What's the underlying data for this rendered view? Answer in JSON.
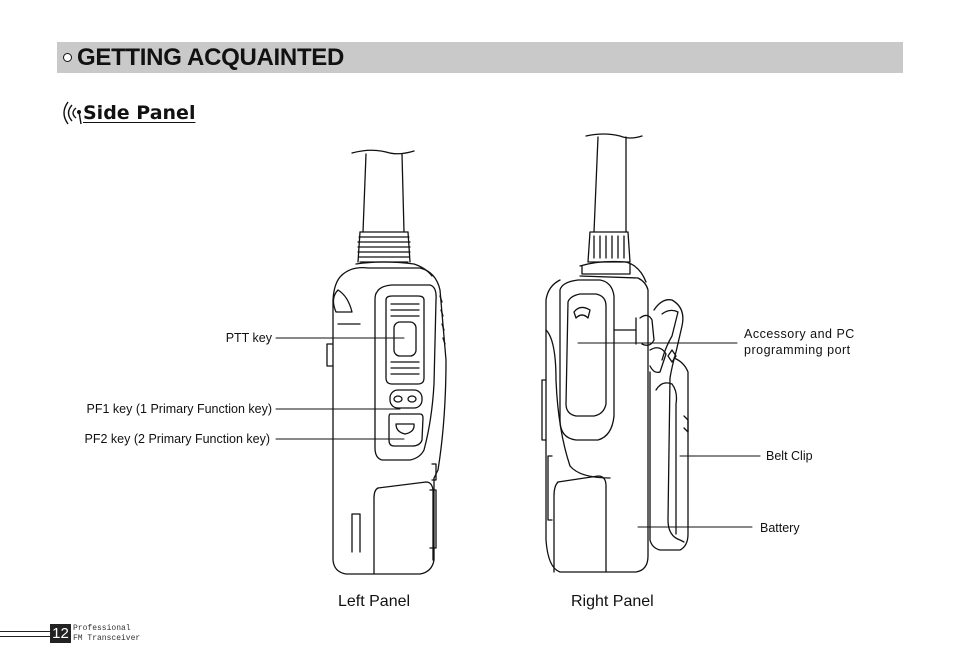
{
  "header": {
    "title": "GETTING ACQUAINTED"
  },
  "section": {
    "title": "Side Panel"
  },
  "callouts": {
    "ptt": "PTT key",
    "pf1": "PF1 key (1 Primary Function key)",
    "pf2": "PF2 key (2 Primary Function key)",
    "accessory": "Accessory and PC programming port",
    "belt_clip": "Belt Clip",
    "battery": "Battery"
  },
  "panels": {
    "left": "Left Panel",
    "right": "Right Panel"
  },
  "footer": {
    "page_number": "12",
    "line1": "Professional",
    "line2": "FM Transceiver"
  }
}
